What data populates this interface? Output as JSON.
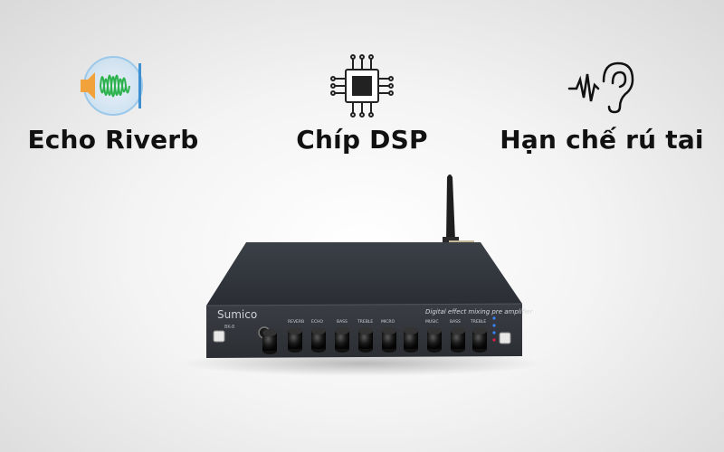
{
  "features": [
    {
      "icon": "sound-wave-icon",
      "label": "Echo Riverb"
    },
    {
      "icon": "chip-icon",
      "label": "Chíp DSP"
    },
    {
      "icon": "ear-icon",
      "label": "Hạn chế rú tai"
    }
  ],
  "device": {
    "brand": "Sumico",
    "model": "BK-8",
    "description": "Digital effect mixing pre amplifier",
    "knob_labels": [
      "REVERB",
      "ECHO",
      "BASS",
      "TREBLE",
      "MICRO",
      "MUSIC",
      "BASS",
      "TREBLE"
    ]
  }
}
